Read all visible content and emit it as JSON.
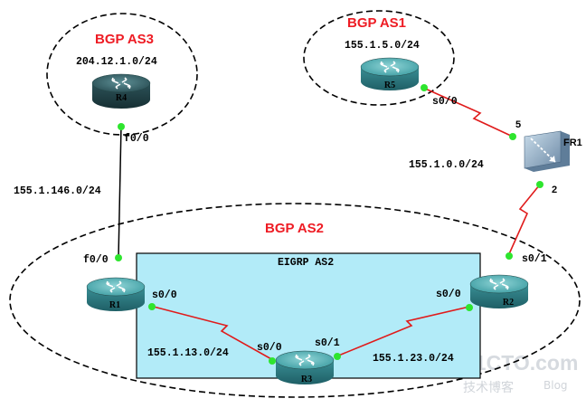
{
  "groups": {
    "as3": "BGP AS3",
    "as1": "BGP AS1",
    "as2": "BGP AS2",
    "eigrp": "EIGRP AS2"
  },
  "routers": {
    "r1": "R1",
    "r2": "R2",
    "r3": "R3",
    "r4": "R4",
    "r5": "R5",
    "fr1": "FR1"
  },
  "networks": {
    "as3_lan": "204.12.1.0/24",
    "as1_lan": "155.1.5.0/24",
    "r1_r4": "155.1.146.0/24",
    "frame_relay": "155.1.0.0/24",
    "r1_r3": "155.1.13.0/24",
    "r2_r3": "155.1.23.0/24"
  },
  "ports": {
    "r4_f00": "f0/0",
    "r1_f00": "f0/0",
    "r1_s00": "s0/0",
    "r3_s00": "s0/0",
    "r3_s01": "s0/1",
    "r2_s00": "s0/0",
    "r2_s01": "s0/1",
    "r5_s00": "s0/0",
    "fr_5": "5",
    "fr_2": "2"
  },
  "watermark": {
    "line1": "51CTO.com",
    "line2": "技术博客",
    "line3": "Blog"
  },
  "colors": {
    "as_title": "#ee1c24",
    "eigrp_fill": "#b2ebf8",
    "serial_link": "#e01b1b",
    "port_dot": "#2ee52e",
    "router_body": "#3a8f95",
    "router_top": "#69c2c6"
  }
}
